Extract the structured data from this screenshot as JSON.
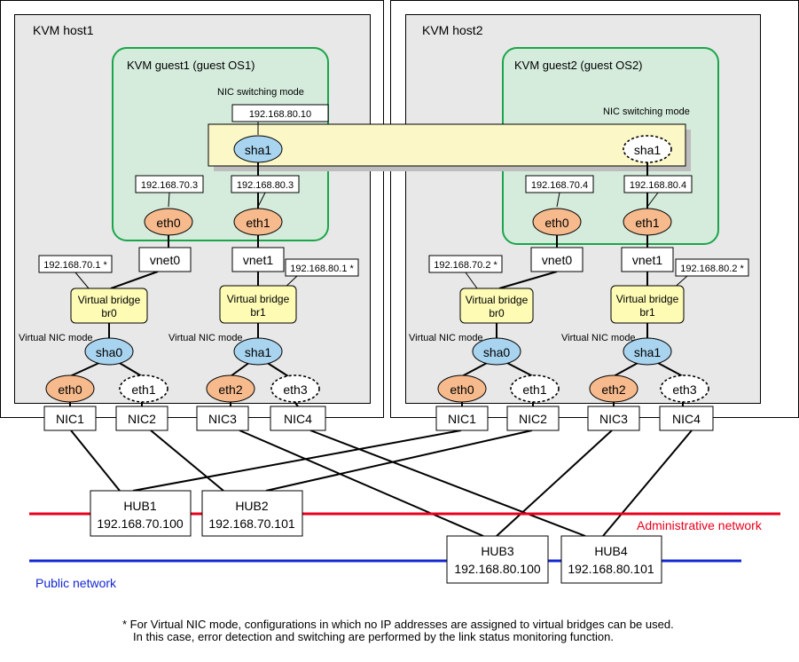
{
  "hosts": [
    {
      "title": "KVM host1",
      "guest": "KVM guest1 (guest OS1)",
      "nic_switching_label": "NIC switching mode",
      "sha_guest": "sha1",
      "sha_guest_ip": "192.168.80.10",
      "guest_eth0": "eth0",
      "guest_eth0_ip": "192.168.70.3",
      "guest_eth1": "eth1",
      "guest_eth1_ip": "192.168.80.3",
      "vnet0": "vnet0",
      "vnet1": "vnet1",
      "br0_ip": "192.168.70.1 *",
      "br1_ip": "192.168.80.1 *",
      "br0_line1": "Virtual bridge",
      "br0_line2": "br0",
      "br1_line1": "Virtual bridge",
      "br1_line2": "br1",
      "vnic_mode_a": "Virtual NIC mode",
      "vnic_mode_b": "Virtual NIC mode",
      "sha_a": "sha0",
      "sha_b": "sha1",
      "eth_a1": "eth0",
      "eth_a2": "eth1",
      "eth_b1": "eth2",
      "eth_b2": "eth3",
      "nics": [
        "NIC1",
        "NIC2",
        "NIC3",
        "NIC4"
      ]
    },
    {
      "title": "KVM host2",
      "guest": "KVM guest2 (guest OS2)",
      "nic_switching_label": "NIC switching mode",
      "sha_guest": "sha1",
      "guest_eth0": "eth0",
      "guest_eth0_ip": "192.168.70.4",
      "guest_eth1": "eth1",
      "guest_eth1_ip": "192.168.80.4",
      "vnet0": "vnet0",
      "vnet1": "vnet1",
      "br0_ip": "192.168.70.2 *",
      "br1_ip": "192.168.80.2 *",
      "br0_line1": "Virtual bridge",
      "br0_line2": "br0",
      "br1_line1": "Virtual bridge",
      "br1_line2": "br1",
      "vnic_mode_a": "Virtual NIC mode",
      "vnic_mode_b": "Virtual NIC mode",
      "sha_a": "sha0",
      "sha_b": "sha1",
      "eth_a1": "eth0",
      "eth_a2": "eth1",
      "eth_b1": "eth2",
      "eth_b2": "eth3",
      "nics": [
        "NIC1",
        "NIC2",
        "NIC3",
        "NIC4"
      ]
    }
  ],
  "hubs": [
    {
      "name": "HUB1",
      "ip": "192.168.70.100"
    },
    {
      "name": "HUB2",
      "ip": "192.168.70.101"
    },
    {
      "name": "HUB3",
      "ip": "192.168.80.100"
    },
    {
      "name": "HUB4",
      "ip": "192.168.80.101"
    }
  ],
  "networks": {
    "admin": {
      "label": "Administrative network",
      "color": "#e8001c"
    },
    "public": {
      "label": "Public network",
      "color": "#1428d2"
    }
  },
  "footnote": {
    "line1": "* For Virtual NIC mode, configurations in which no IP addresses are assigned to virtual bridges can be used.",
    "line2": "In this case, error detection and switching are performed by the link status monitoring function."
  }
}
